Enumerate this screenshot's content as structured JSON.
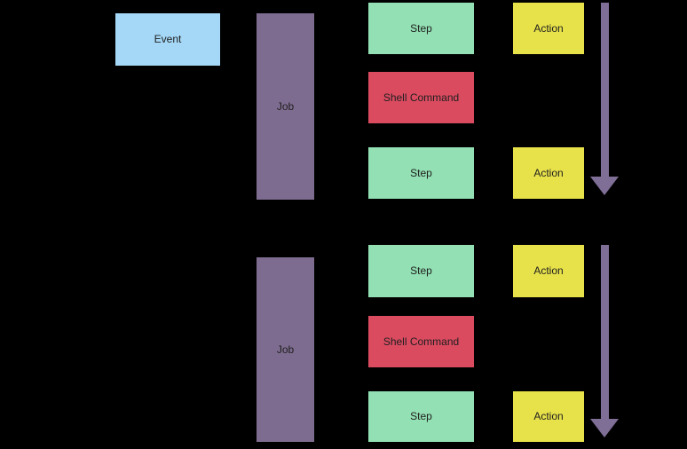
{
  "canvas": {
    "background": "#000000"
  },
  "colors": {
    "event": "#A5D8F7",
    "job": "#7E6C90",
    "step": "#92E0B3",
    "shell_command": "#DA4B60",
    "action": "#E8E24A",
    "arrow": "#7F6E96",
    "label_text": "#1F1F1F"
  },
  "nodes": {
    "event": {
      "label": "Event"
    },
    "groups": [
      {
        "job": {
          "label": "Job"
        },
        "items": [
          {
            "kind": "step",
            "label": "Step"
          },
          {
            "kind": "shell-command",
            "label": "Shell Command"
          },
          {
            "kind": "step",
            "label": "Step"
          }
        ],
        "actions": [
          {
            "label": "Action"
          },
          {
            "label": "Action"
          }
        ],
        "arrow": {
          "direction": "down"
        }
      },
      {
        "job": {
          "label": "Job"
        },
        "items": [
          {
            "kind": "step",
            "label": "Step"
          },
          {
            "kind": "shell-command",
            "label": "Shell Command"
          },
          {
            "kind": "step",
            "label": "Step"
          }
        ],
        "actions": [
          {
            "label": "Action"
          },
          {
            "label": "Action"
          }
        ],
        "arrow": {
          "direction": "down"
        }
      }
    ]
  }
}
